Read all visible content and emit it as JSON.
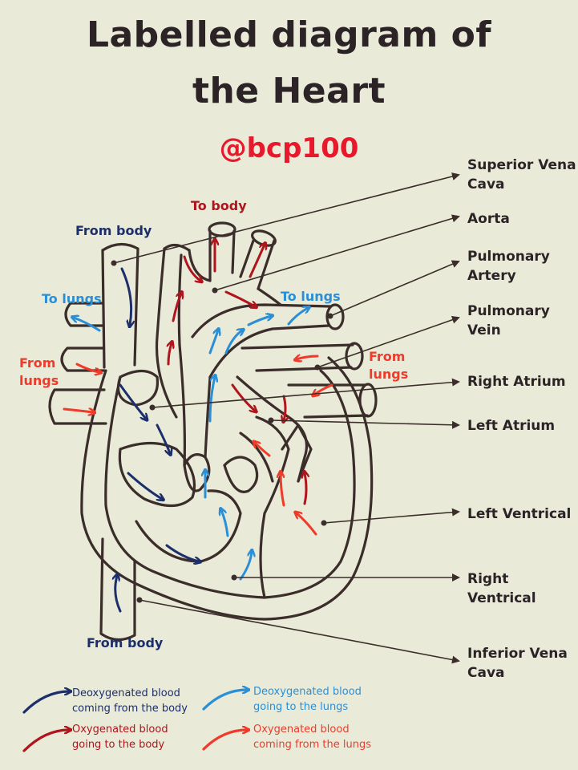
{
  "title": {
    "line1": "Labelled diagram of",
    "line2": "the Heart"
  },
  "handle": "@bcp100",
  "labels": {
    "superior_vena_cava": [
      "Superior Vena",
      "Cava"
    ],
    "aorta": "Aorta",
    "pulmonary_artery": [
      "Pulmonary",
      "Artery"
    ],
    "pulmonary_vein": [
      "Pulmonary",
      "Vein"
    ],
    "right_atrium": "Right Atrium",
    "left_atrium": "Left Atrium",
    "left_ventrical": "Left Ventrical",
    "right_ventrical": "Right Ventrical",
    "inferior_vena_cava": [
      "Inferior Vena",
      "Cava"
    ]
  },
  "flow_labels": {
    "to_body": "To body",
    "from_body_top": "From body",
    "to_lungs_left": "To lungs",
    "to_lungs_right": "To lungs",
    "from_lungs_left": [
      "From",
      "lungs"
    ],
    "from_lungs_right": [
      "From",
      "lungs"
    ],
    "from_body_bottom": "From body"
  },
  "legend": [
    {
      "key": "deoxy_from_body",
      "lines": [
        "Deoxygenated blood",
        "coming from the body"
      ],
      "color": "#1c2f6b"
    },
    {
      "key": "deoxy_to_lungs",
      "lines": [
        "Deoxygenated blood",
        "going to the lungs"
      ],
      "color": "#2a8fd6"
    },
    {
      "key": "oxy_to_body",
      "lines": [
        "Oxygenated blood",
        "going to the body"
      ],
      "color": "#b0141c"
    },
    {
      "key": "oxy_from_lungs",
      "lines": [
        "Oxygenated blood",
        "coming from the lungs"
      ],
      "color": "#f03a2a"
    }
  ],
  "colors": {
    "background": "#e9ead8",
    "outline": "#3a2d2a",
    "text": "#2b2326",
    "handle": "#e8192c",
    "deoxy_dark": "#1c2f6b",
    "deoxy_light": "#2a8fd6",
    "oxy_dark": "#b0141c",
    "oxy_light": "#f03a2a"
  }
}
